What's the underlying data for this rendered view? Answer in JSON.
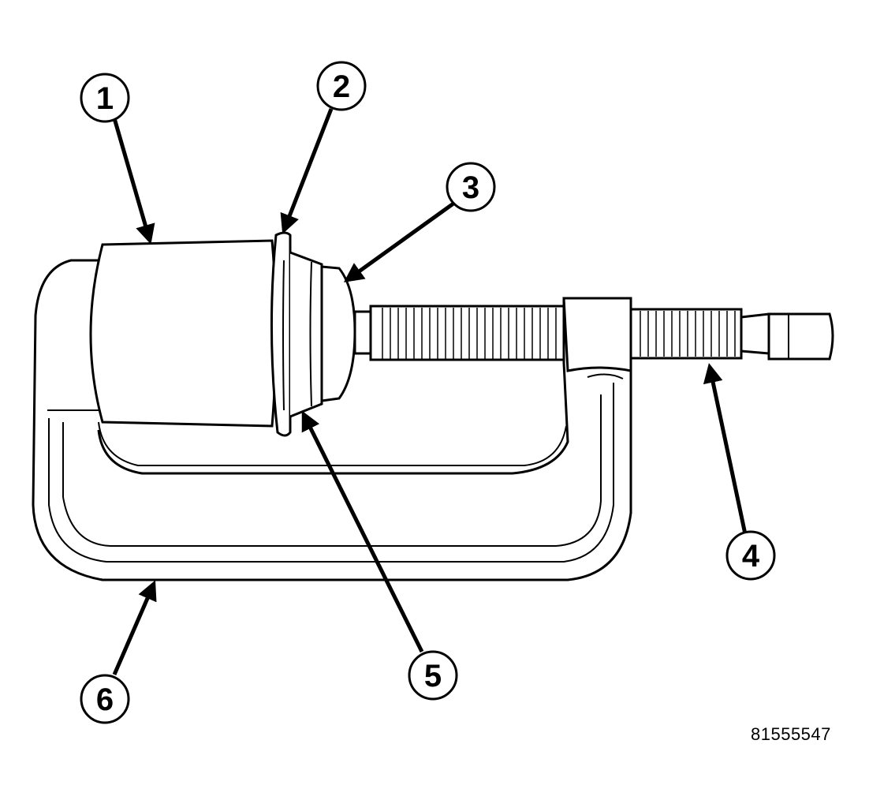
{
  "figure_id": "81555547",
  "callouts": [
    {
      "label": "1"
    },
    {
      "label": "2"
    },
    {
      "label": "3"
    },
    {
      "label": "4"
    },
    {
      "label": "5"
    },
    {
      "label": "6"
    }
  ]
}
